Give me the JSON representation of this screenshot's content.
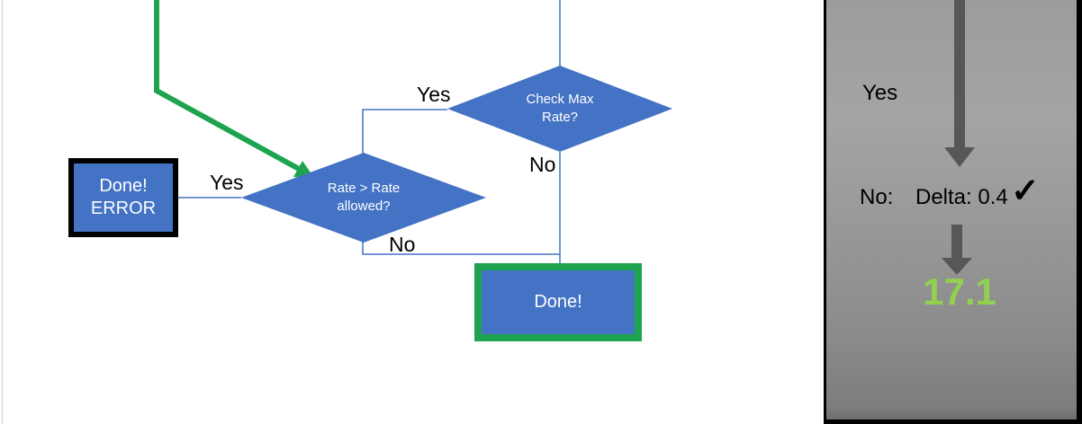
{
  "colors": {
    "shape_fill_blue": "#4472C4",
    "connector_blue": "#4472C4",
    "flow_green": "#1EA44F",
    "result_green": "#92D050",
    "arrow_gray": "#575757"
  },
  "flowchart": {
    "decisions": {
      "check_max_rate": {
        "line1": "Check Max",
        "line2": "Rate?"
      },
      "rate_allowed": {
        "line1": "Rate > Rate",
        "line2": "allowed?"
      }
    },
    "terminals": {
      "done_error": {
        "line1": "Done!",
        "line2": "ERROR"
      },
      "done": {
        "label": "Done!"
      }
    },
    "branch_labels": {
      "check_max_rate_yes": "Yes",
      "check_max_rate_no": "No",
      "rate_allowed_yes": "Yes",
      "rate_allowed_no": "No"
    }
  },
  "side_panel": {
    "yes_label": "Yes",
    "no_label": "No:",
    "delta_value": "Delta: 0.4",
    "check_icon": "✓",
    "result_value": "17.1"
  }
}
